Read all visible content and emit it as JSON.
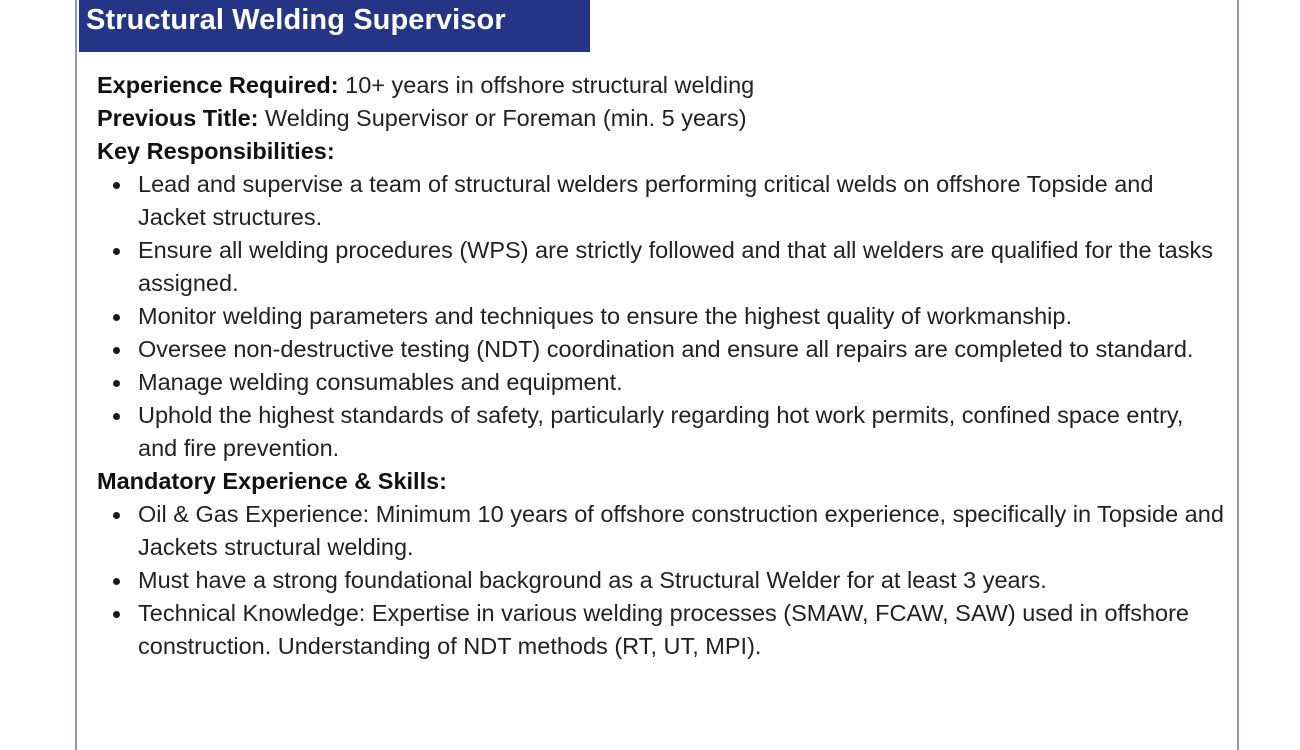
{
  "title": "Structural Welding Supervisor",
  "fields": [
    {
      "label": "Experience Required:",
      "value": " 10+ years in offshore structural welding"
    },
    {
      "label": "Previous Title:",
      "value": " Welding Supervisor or Foreman (min. 5 years)"
    }
  ],
  "sections": [
    {
      "heading": "Key Responsibilities:",
      "items": [
        "Lead and supervise a team of structural welders performing critical welds on offshore Topside and Jacket structures.",
        "Ensure all welding procedures (WPS) are strictly followed and that all welders are qualified for the tasks assigned.",
        "Monitor welding parameters and techniques to ensure the highest quality of workmanship.",
        "Oversee non-destructive testing (NDT) coordination and ensure all repairs are completed to standard.",
        "Manage welding consumables and equipment.",
        "Uphold the highest standards of safety, particularly regarding hot work permits, confined space entry, and fire prevention."
      ]
    },
    {
      "heading": "Mandatory Experience & Skills:",
      "items": [
        "Oil & Gas Experience: Minimum 10 years of offshore construction experience, specifically in Topside and Jackets structural welding.",
        "Must have a strong foundational background as a Structural Welder for at least 3 years.",
        "Technical Knowledge: Expertise in various welding processes (SMAW, FCAW, SAW) used in offshore construction. Understanding of NDT methods (RT, UT, MPI)."
      ]
    }
  ],
  "colors": {
    "banner_bg": "#243586",
    "banner_text": "#ffffff",
    "card_border": "#8f95cc"
  }
}
